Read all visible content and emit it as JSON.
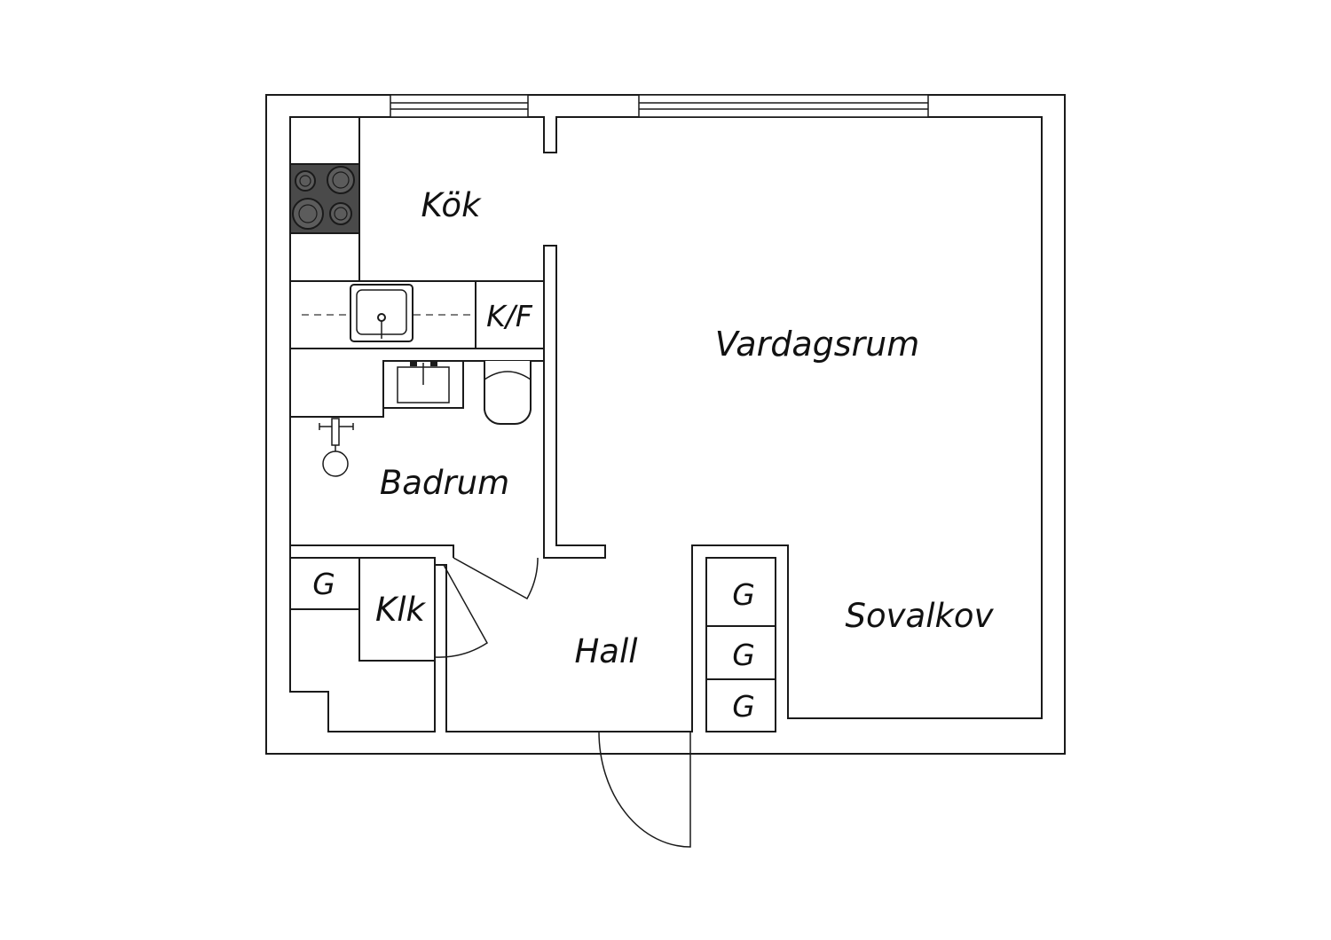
{
  "plan": {
    "rooms": {
      "kok": "Kök",
      "vardagsrum": "Vardagsrum",
      "badrum": "Badrum",
      "klk": "Klk",
      "hall": "Hall",
      "sovalkov": "Sovalkov"
    },
    "fixtures": {
      "kf": "K/F",
      "g": "G"
    },
    "colors": {
      "line": "#1a1a1a",
      "stove": "#4a4a4a",
      "background": "#ffffff"
    }
  }
}
